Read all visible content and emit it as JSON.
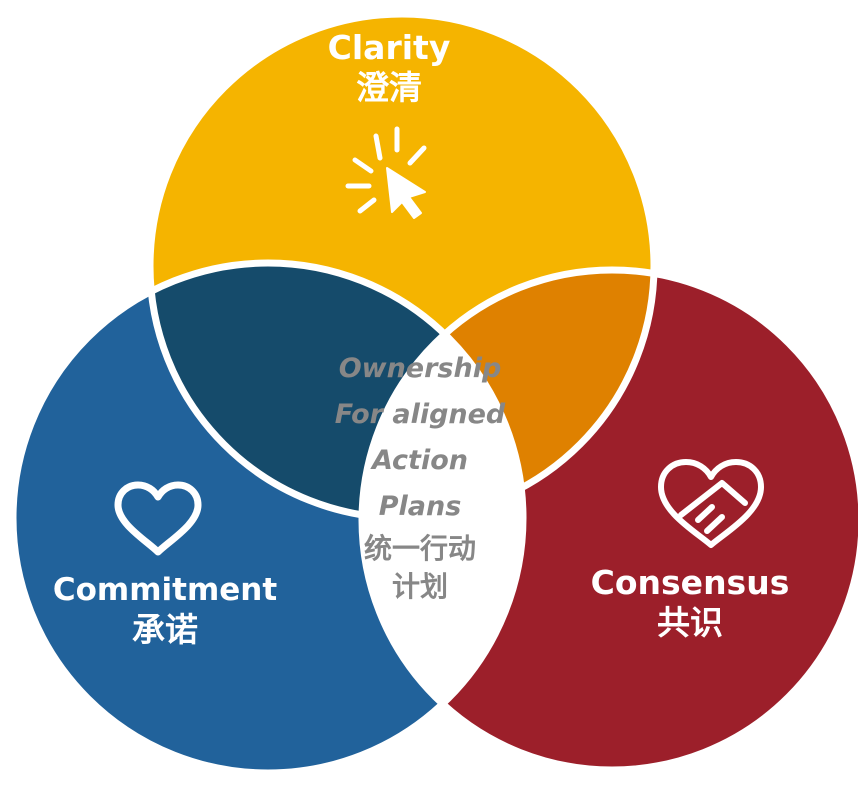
{
  "colors": {
    "clarity": "#F5B400",
    "commitment": "#21629B",
    "consensus": "#9C1F2A",
    "clarity_commitment_overlap": "#154B6B",
    "clarity_consensus_overlap": "#DF8100",
    "center": "#FFFFFF",
    "center_text": "#878787",
    "label_text": "#FFFFFF",
    "outline": "#FFFFFF"
  },
  "clarity": {
    "title": "Clarity",
    "title_zh": "澄清",
    "icon": "cursor-click-icon"
  },
  "commitment": {
    "title": "Commitment",
    "title_zh": "承诺",
    "icon": "heart-outline-icon"
  },
  "consensus": {
    "title": "Consensus",
    "title_zh": "共识",
    "icon": "heart-handshake-icon"
  },
  "center": {
    "lines": [
      "Ownership",
      "For aligned",
      "Action",
      "Plans"
    ],
    "lines_zh": [
      "统一行动",
      "计划"
    ]
  }
}
